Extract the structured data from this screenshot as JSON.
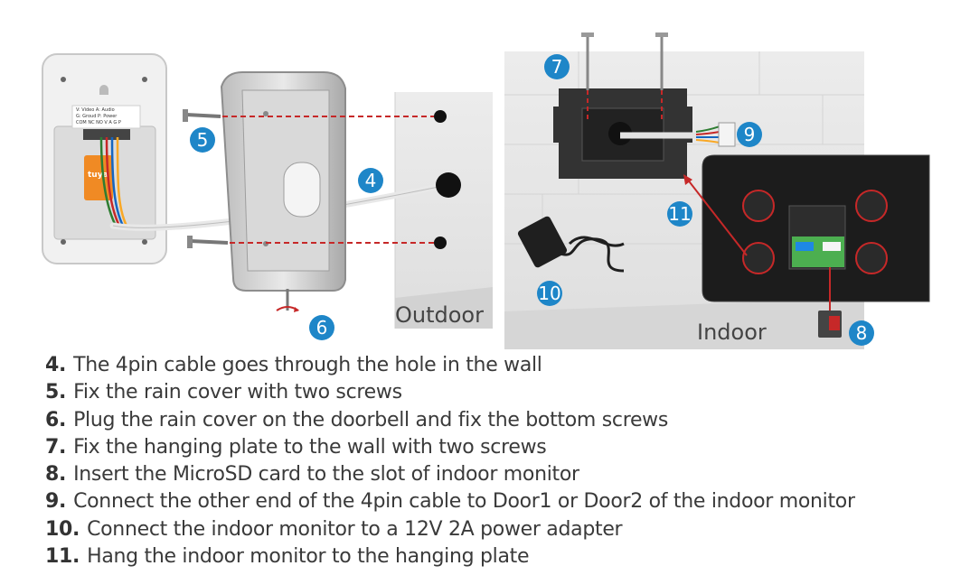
{
  "labels": {
    "outdoor": "Outdoor",
    "indoor": "Indoor"
  },
  "doorbell": {
    "wiring_legend": [
      "V: Video   A: Audio",
      "G: Groud   P: Power",
      "COM NC NO  V A G P"
    ],
    "brand": "tuya"
  },
  "badges": [
    "4",
    "5",
    "6",
    "7",
    "8",
    "9",
    "10",
    "11"
  ],
  "colors": {
    "badge": "#1e86c8",
    "guide_line": "#c62828",
    "monitor": "#1c1c1c",
    "wall": "#e6e6e6"
  },
  "steps": [
    {
      "num": "4.",
      "text": "The 4pin cable goes through the hole in the wall"
    },
    {
      "num": "5.",
      "text": "Fix the rain cover with two screws"
    },
    {
      "num": "6.",
      "text": "Plug the rain cover on the doorbell and fix the bottom screws"
    },
    {
      "num": "7.",
      "text": "Fix the hanging plate to the wall with two screws"
    },
    {
      "num": "8.",
      "text": "Insert the MicroSD card to the slot of indoor monitor"
    },
    {
      "num": "9.",
      "text": "Connect the other end of the 4pin cable to Door1 or Door2 of the indoor monitor"
    },
    {
      "num": "10.",
      "text": "Connect the indoor monitor to a 12V 2A power adapter"
    },
    {
      "num": "11.",
      "text": "Hang the indoor monitor to the hanging plate"
    }
  ]
}
